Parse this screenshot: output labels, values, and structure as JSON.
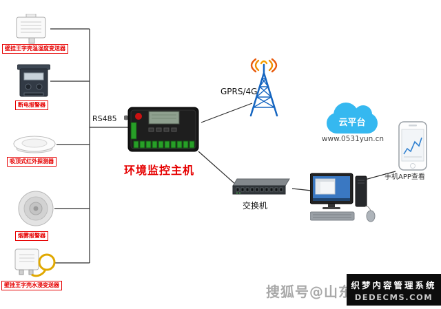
{
  "diagram": {
    "devices": [
      {
        "label": "壁挂王字壳温湿度变送器"
      },
      {
        "label": "断电报警器"
      },
      {
        "label": "吸顶式红外探测器"
      },
      {
        "label": "烟雾报警器"
      },
      {
        "label": "壁挂王字壳水浸变送器"
      }
    ],
    "bus_label": "RS485",
    "host_label": "环境监控主机",
    "wireless_label": "GPRS/4G",
    "cloud_label": "云平台",
    "cloud_url": "www.0531yun.cn",
    "phone_label": "手机APP查看",
    "switch_label": "交换机"
  },
  "watermarks": {
    "center": "搜狐号@山东",
    "cms_line1": "织梦内容管理系统",
    "cms_line2": "DEDECMS.COM"
  },
  "colors": {
    "accent_red": "#e60000",
    "cloud_blue": "#35b8f0",
    "tower_blue": "#1565c0",
    "wave_orange": "#f08c00"
  }
}
